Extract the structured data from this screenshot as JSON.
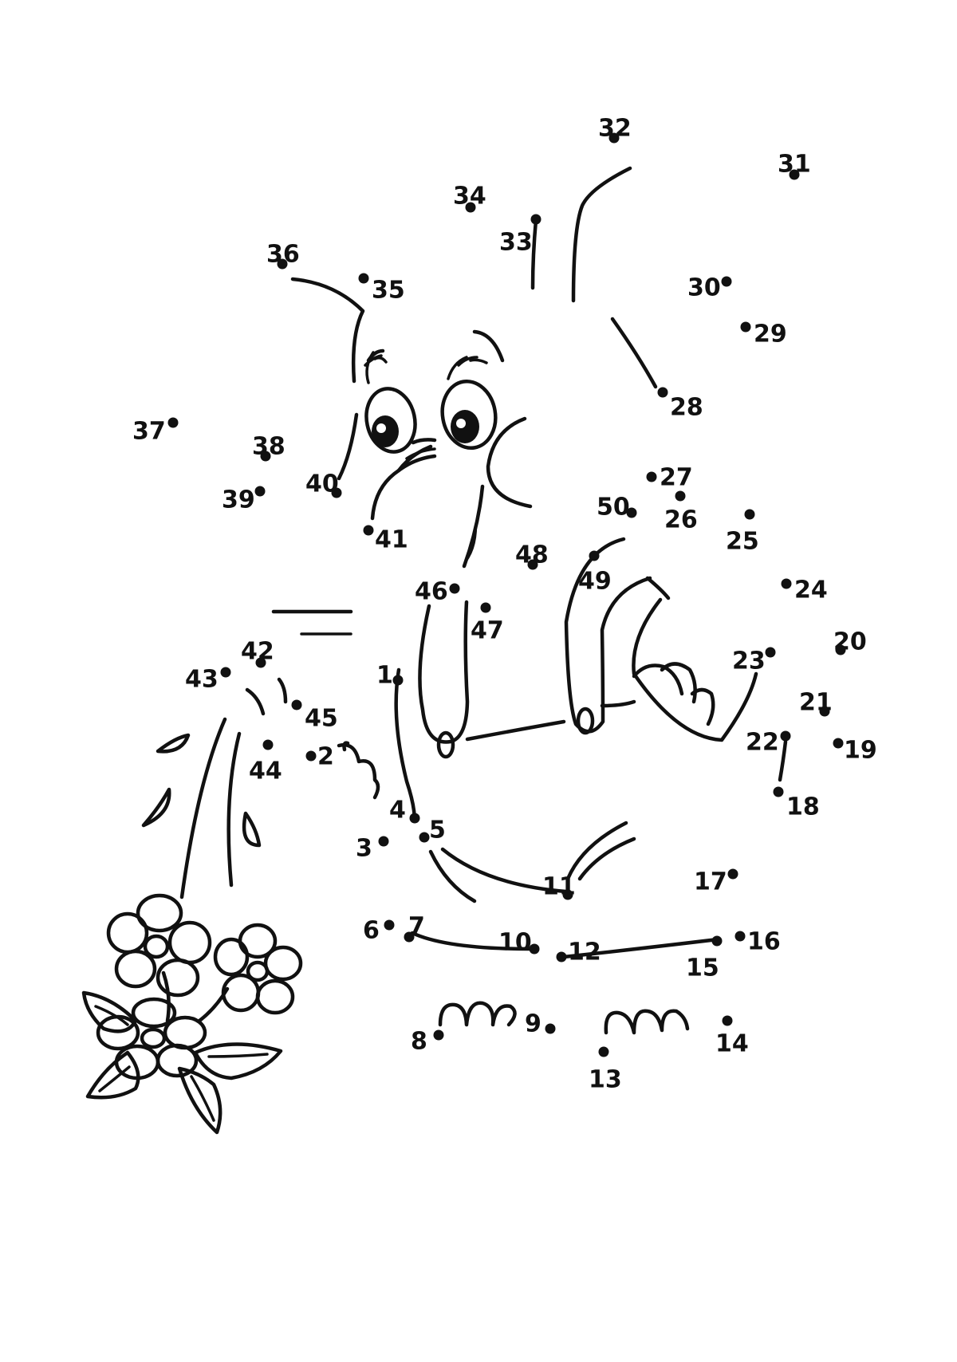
{
  "dots": [
    {
      "n": "1"
    },
    {
      "n": "2"
    },
    {
      "n": "3"
    },
    {
      "n": "4"
    },
    {
      "n": "5"
    },
    {
      "n": "6"
    },
    {
      "n": "7"
    },
    {
      "n": "8"
    },
    {
      "n": "9"
    },
    {
      "n": "10"
    },
    {
      "n": "11"
    },
    {
      "n": "12"
    },
    {
      "n": "13"
    },
    {
      "n": "14"
    },
    {
      "n": "15"
    },
    {
      "n": "16"
    },
    {
      "n": "17"
    },
    {
      "n": "18"
    },
    {
      "n": "19"
    },
    {
      "n": "20"
    },
    {
      "n": "21"
    },
    {
      "n": "22"
    },
    {
      "n": "23"
    },
    {
      "n": "24"
    },
    {
      "n": "25"
    },
    {
      "n": "26"
    },
    {
      "n": "27"
    },
    {
      "n": "28"
    },
    {
      "n": "29"
    },
    {
      "n": "30"
    },
    {
      "n": "31"
    },
    {
      "n": "32"
    },
    {
      "n": "33"
    },
    {
      "n": "34"
    },
    {
      "n": "35"
    },
    {
      "n": "36"
    },
    {
      "n": "37"
    },
    {
      "n": "38"
    },
    {
      "n": "39"
    },
    {
      "n": "40"
    },
    {
      "n": "41"
    },
    {
      "n": "42"
    },
    {
      "n": "43"
    },
    {
      "n": "44"
    },
    {
      "n": "45"
    },
    {
      "n": "46"
    },
    {
      "n": "47"
    },
    {
      "n": "48"
    },
    {
      "n": "49"
    },
    {
      "n": "50"
    }
  ],
  "colors": {
    "ink": "#111111",
    "paper": "#ffffff"
  }
}
